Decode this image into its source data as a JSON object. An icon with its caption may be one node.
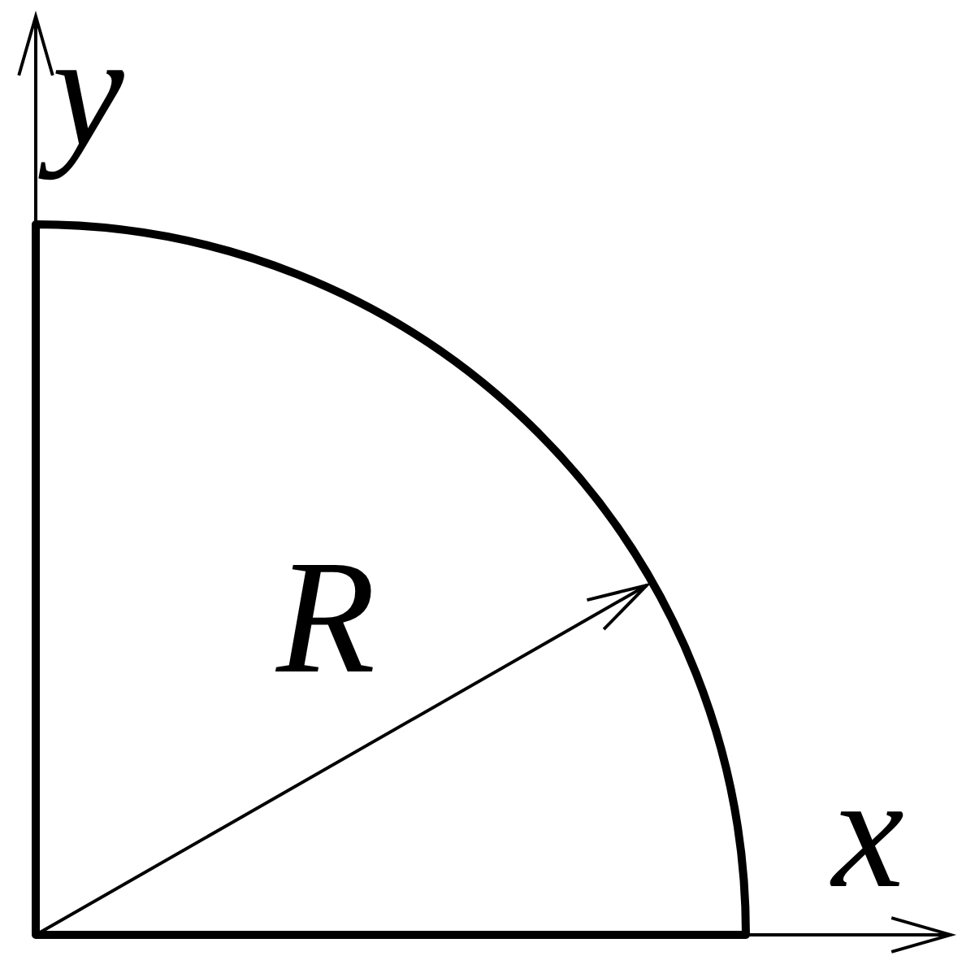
{
  "diagram": {
    "labels": [
      "y",
      "R",
      "x"
    ]
  }
}
